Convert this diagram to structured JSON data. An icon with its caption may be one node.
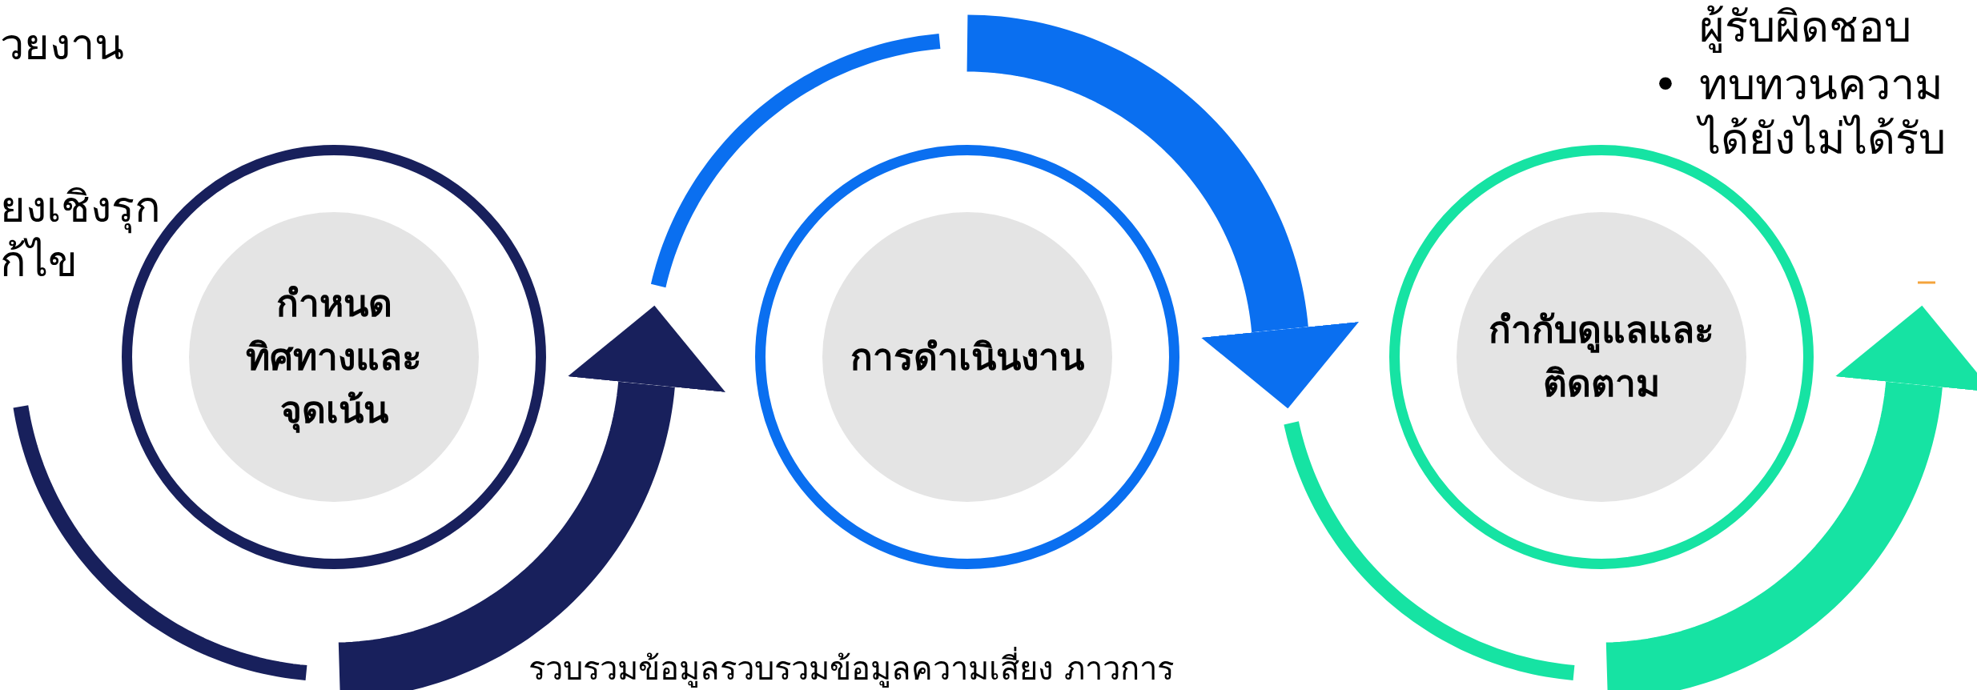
{
  "diagram": {
    "nodes": [
      {
        "text": [
          "กำหนดทิศทางและจุดเน้น"
        ]
      },
      {
        "text": [
          "การดำเนินงาน"
        ]
      },
      {
        "text": [
          "กำกับดูแลและติดตาม"
        ]
      }
    ],
    "labels": [
      "วยงาน",
      "ยงเชิงรุก ก้ไข",
      "ผู้รับผิดชอบ",
      "• ทบทวนความ ได้ยังไม่ได้รับ",
      "รวบรวมข้อมูลรวบรวมข้อมูลความเสี่ยง ภาวการ"
    ]
  }
}
